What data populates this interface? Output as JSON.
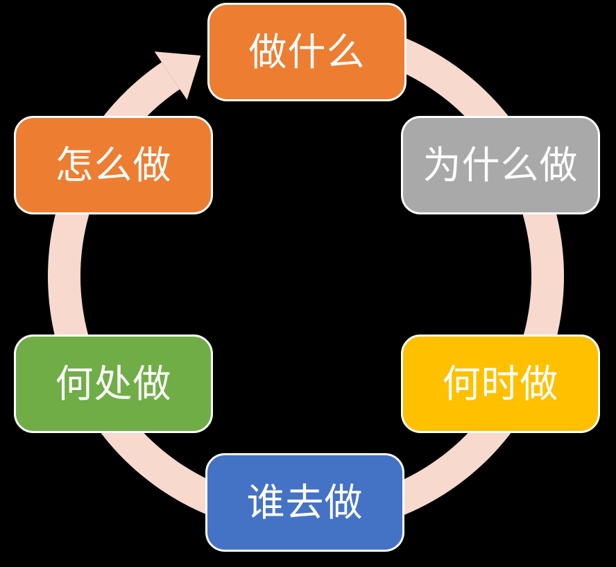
{
  "diagram": {
    "type": "cycle",
    "flow": "clockwise",
    "background_color": "#000000",
    "arrow_color": "#F7D9CE",
    "text_color": "#FFFFFF",
    "nodes": [
      {
        "label": "做什么",
        "color": "#ED7D31",
        "position": "top"
      },
      {
        "label": "为什么做",
        "color": "#A9A9A9",
        "position": "top-right"
      },
      {
        "label": "何时做",
        "color": "#FFC000",
        "position": "bottom-right"
      },
      {
        "label": "谁去做",
        "color": "#4472C4",
        "position": "bottom"
      },
      {
        "label": "何处做",
        "color": "#70AD47",
        "position": "bottom-left"
      },
      {
        "label": "怎么做",
        "color": "#ED7D31",
        "position": "top-left"
      }
    ]
  }
}
